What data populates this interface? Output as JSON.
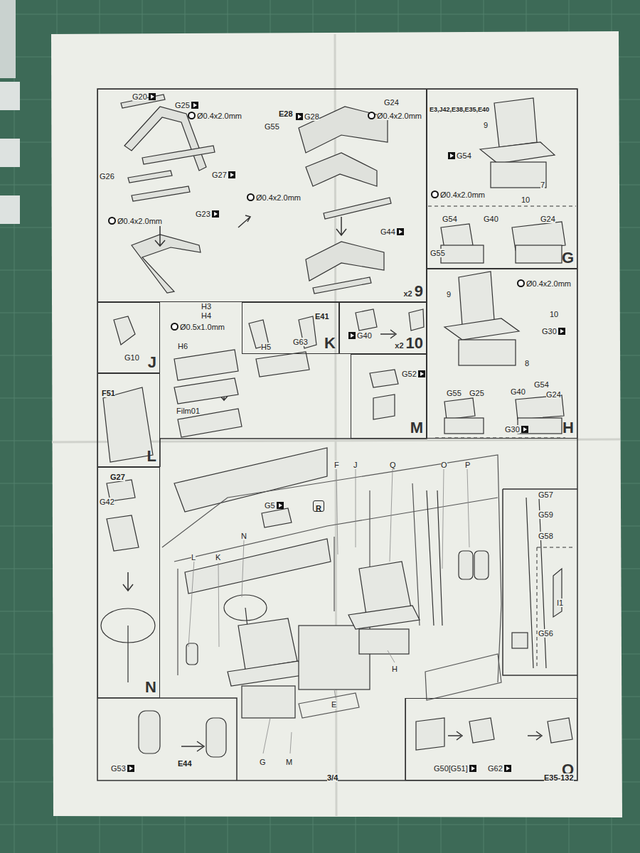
{
  "diagram": {
    "nodes": [
      {
        "text": [
          "x2",
          "9"
        ]
      },
      {
        "text": [
          "G"
        ]
      },
      {
        "text": [
          "H"
        ]
      },
      {
        "text": [
          "J"
        ]
      },
      {
        "text": [
          "K"
        ]
      },
      {
        "text": [
          "x2",
          "10"
        ]
      },
      {
        "text": [
          "M"
        ]
      },
      {
        "text": [
          "L"
        ]
      },
      {
        "text": [
          "N"
        ]
      },
      {
        "text": [
          "O"
        ]
      },
      {
        "text": [
          "R"
        ]
      }
    ],
    "labels": [
      "G20",
      "G25",
      "Ø0.4x2.0mm",
      "G26",
      "G27",
      "G23",
      "Ø0.4x2.0mm",
      "E28",
      "G28",
      "G24",
      "Ø0.4x2.0mm",
      "G55",
      "Ø0.4x2.0mm",
      "G44",
      "E3,J42,E38,E35,E40",
      "9",
      "G54",
      "7",
      "Ø0.4x2.0mm",
      "10",
      "G54",
      "G40",
      "G24",
      "G55",
      "9",
      "Ø0.4x2.0mm",
      "10",
      "G30",
      "8",
      "G55",
      "G25",
      "G40",
      "G54",
      "G24",
      "G30",
      "G10",
      "H3",
      "H4",
      "Ø0.5x1.0mm",
      "H6",
      "E41",
      "G63",
      "G40",
      "G52",
      "F51",
      "H5",
      "Film01",
      "G27",
      "G42",
      "F",
      "J",
      "Q",
      "O",
      "P",
      "G5",
      "N",
      "L",
      "K",
      "G57",
      "G59",
      "G58",
      "I1",
      "G56",
      "E",
      "G",
      "M",
      "H",
      "G53",
      "E44",
      "G50[G51]",
      "G62",
      "3/4",
      "E35-132"
    ]
  }
}
